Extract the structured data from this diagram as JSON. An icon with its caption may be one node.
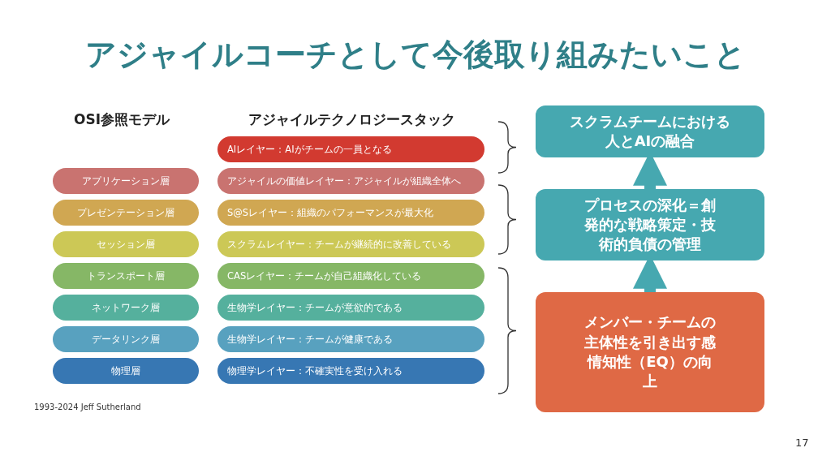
{
  "diagram": {
    "title": "アジャイルコーチとして今後取り組みたいこと",
    "nodes": [
      {
        "text": [
          "アプリケーション層"
        ]
      },
      {
        "text": [
          "プレゼンテーション層"
        ]
      },
      {
        "text": [
          "セッション層"
        ]
      },
      {
        "text": [
          "トランスポート層"
        ]
      },
      {
        "text": [
          "ネットワーク層"
        ]
      },
      {
        "text": [
          "データリンク層"
        ]
      },
      {
        "text": [
          "物理層"
        ]
      },
      {
        "text": [
          "AIレイヤー：AIがチームの一員となる"
        ]
      },
      {
        "text": [
          "アジャイルの価値レイヤー：アジャイルが組織全体へ"
        ]
      },
      {
        "text": [
          "S@Sレイヤー：組織のパフォーマンスが最大化"
        ]
      },
      {
        "text": [
          "スクラムレイヤー：チームが継続的に改善している"
        ]
      },
      {
        "text": [
          "CASレイヤー：チームが自己組織化している"
        ]
      },
      {
        "text": [
          "生物学レイヤー：チームが意欲的である"
        ]
      },
      {
        "text": [
          "生物学レイヤー：チームが健康である"
        ]
      },
      {
        "text": [
          "物理学レイヤー：不確実性を受け入れる"
        ]
      },
      {
        "text": [
          "スクラムチームにおける人とAIの融合"
        ]
      },
      {
        "text": [
          "プロセスの深化＝創発的な戦略策定・技術的負債の管理"
        ]
      },
      {
        "text": [
          "メンバー・チームの主体性を引き出す感情知性（EQ）の向上"
        ]
      }
    ],
    "edges": [
      {
        "from": 17,
        "to": 16,
        "arrow": "to"
      },
      {
        "from": 16,
        "to": 15,
        "arrow": "to"
      }
    ],
    "labels": [
      "OSI参照モデル",
      "アジャイルテクノロジースタック",
      "1993-2024 Jeff Sutherland",
      "17"
    ]
  }
}
